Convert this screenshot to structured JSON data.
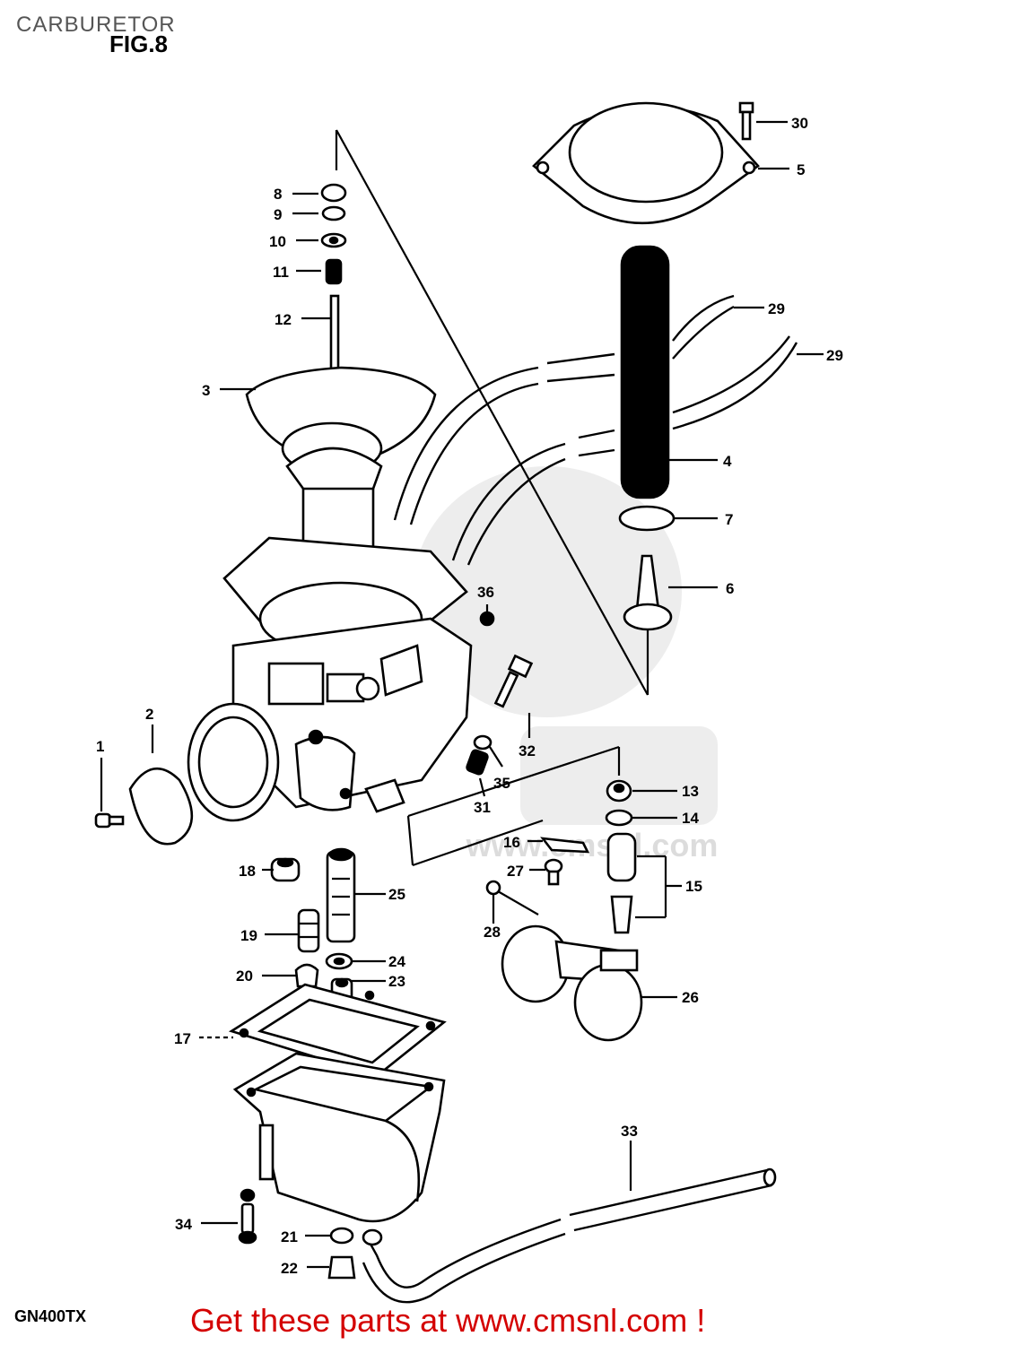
{
  "header": {
    "title": "CARBURETOR",
    "figure": "FIG.8"
  },
  "footer": {
    "model": "GN400TX",
    "link_text": "Get these parts at www.cmsnl.com !"
  },
  "watermark": {
    "text": "www.cmsnl.com"
  },
  "callouts": [
    {
      "id": "c1",
      "label": "1"
    },
    {
      "id": "c2",
      "label": "2"
    },
    {
      "id": "c3",
      "label": "3"
    },
    {
      "id": "c4",
      "label": "4"
    },
    {
      "id": "c5",
      "label": "5"
    },
    {
      "id": "c6",
      "label": "6"
    },
    {
      "id": "c7",
      "label": "7"
    },
    {
      "id": "c8",
      "label": "8"
    },
    {
      "id": "c9",
      "label": "9"
    },
    {
      "id": "c10",
      "label": "10"
    },
    {
      "id": "c11",
      "label": "11"
    },
    {
      "id": "c12",
      "label": "12"
    },
    {
      "id": "c13",
      "label": "13"
    },
    {
      "id": "c14",
      "label": "14"
    },
    {
      "id": "c15",
      "label": "15"
    },
    {
      "id": "c16",
      "label": "16"
    },
    {
      "id": "c17",
      "label": "17"
    },
    {
      "id": "c18",
      "label": "18"
    },
    {
      "id": "c19",
      "label": "19"
    },
    {
      "id": "c20",
      "label": "20"
    },
    {
      "id": "c21",
      "label": "21"
    },
    {
      "id": "c22",
      "label": "22"
    },
    {
      "id": "c23",
      "label": "23"
    },
    {
      "id": "c24",
      "label": "24"
    },
    {
      "id": "c25",
      "label": "25"
    },
    {
      "id": "c26",
      "label": "26"
    },
    {
      "id": "c27",
      "label": "27"
    },
    {
      "id": "c28",
      "label": "28"
    },
    {
      "id": "c29a",
      "label": "29"
    },
    {
      "id": "c29b",
      "label": "29"
    },
    {
      "id": "c30",
      "label": "30"
    },
    {
      "id": "c31",
      "label": "31"
    },
    {
      "id": "c32",
      "label": "32"
    },
    {
      "id": "c33",
      "label": "33"
    },
    {
      "id": "c34",
      "label": "34"
    },
    {
      "id": "c35",
      "label": "35"
    },
    {
      "id": "c36",
      "label": "36"
    }
  ]
}
